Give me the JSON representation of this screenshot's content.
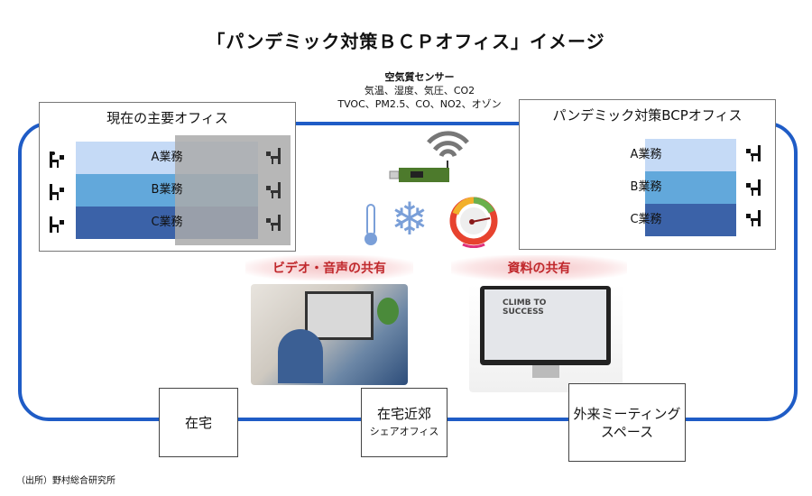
{
  "title": "「パンデミック対策ＢＣＰオフィス」イメージ",
  "current_office": {
    "title": "現在の主要オフィス",
    "tasks": [
      "A業務",
      "B業務",
      "C業務"
    ]
  },
  "bcp_office": {
    "title": "パンデミック対策BCPオフィス",
    "tasks": [
      "A業務",
      "B業務",
      "C業務"
    ]
  },
  "sensor": {
    "title": "空気質センサー",
    "line1": "気温、湿度、気圧、CO2",
    "line2": "TVOC、PM2.5、CO、NO2、オゾン"
  },
  "sharing": {
    "video": "ビデオ・音声の共有",
    "docs": "資料の共有"
  },
  "slide_text": [
    "CLIMB TO",
    "SUCCESS"
  ],
  "locations": {
    "home": "在宅",
    "near_home": "在宅近郊",
    "near_home_sub": "シェアオフィス",
    "external": "外来ミーティング",
    "external2": "スペース"
  },
  "footer": "（出所）野村総合研究所",
  "colors": {
    "loop": "#1f5cc6",
    "taskA": "#c5daf6",
    "taskB": "#62a8db",
    "taskC": "#3b62a8",
    "red": "#c0282c"
  }
}
